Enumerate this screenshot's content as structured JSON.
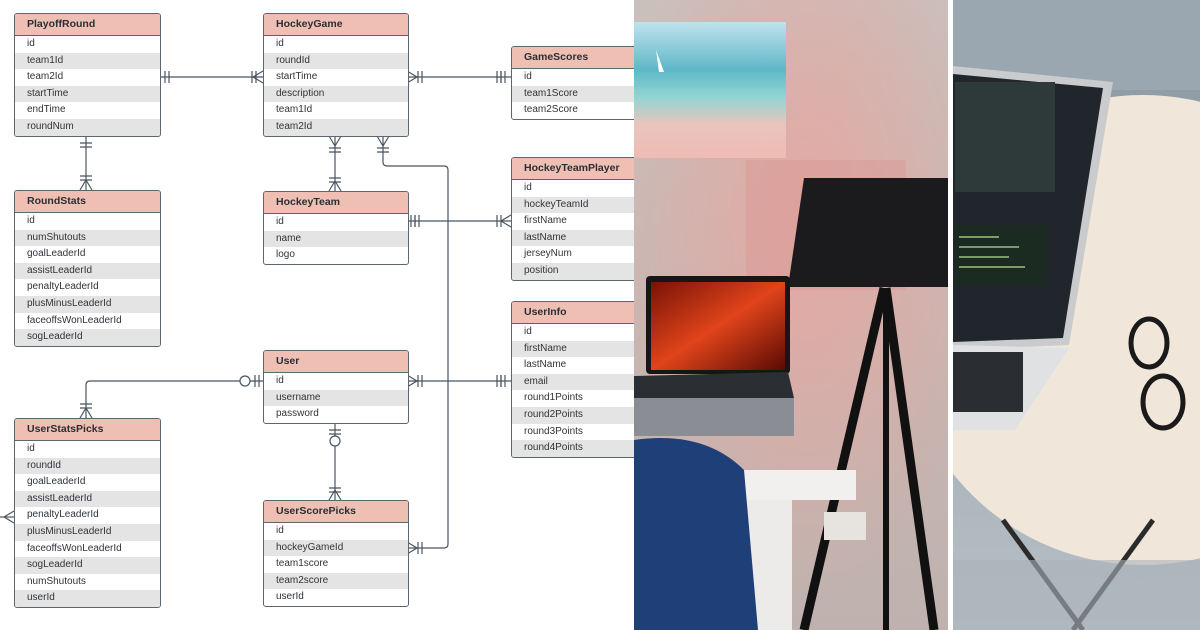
{
  "diagram": {
    "tables": [
      {
        "id": "playoffround",
        "name": "PlayoffRound",
        "fields": [
          "id",
          "team1Id",
          "team2Id",
          "startTime",
          "endTime",
          "roundNum"
        ]
      },
      {
        "id": "hockeygame",
        "name": "HockeyGame",
        "fields": [
          "id",
          "roundId",
          "startTime",
          "description",
          "team1Id",
          "team2Id"
        ]
      },
      {
        "id": "gamescores",
        "name": "GameScores",
        "fields": [
          "id",
          "team1Score",
          "team2Score"
        ]
      },
      {
        "id": "roundstats",
        "name": "RoundStats",
        "fields": [
          "id",
          "numShutouts",
          "goalLeaderId",
          "assistLeaderId",
          "penaltyLeaderId",
          "plusMinusLeaderId",
          "faceoffsWonLeaderId",
          "sogLeaderId"
        ]
      },
      {
        "id": "hockeyteam",
        "name": "HockeyTeam",
        "fields": [
          "id",
          "name",
          "logo"
        ]
      },
      {
        "id": "hockeyteamplayer",
        "name": "HockeyTeamPlayer",
        "fields": [
          "id",
          "hockeyTeamId",
          "firstName",
          "lastName",
          "jerseyNum",
          "position"
        ]
      },
      {
        "id": "userinfo",
        "name": "UserInfo",
        "fields": [
          "id",
          "firstName",
          "lastName",
          "email",
          "round1Points",
          "round2Points",
          "round3Points",
          "round4Points"
        ]
      },
      {
        "id": "user",
        "name": "User",
        "fields": [
          "id",
          "username",
          "password"
        ]
      },
      {
        "id": "userstatspicks",
        "name": "UserStatsPicks",
        "fields": [
          "id",
          "roundId",
          "goalLeaderId",
          "assistLeaderId",
          "penaltyLeaderId",
          "plusMinusLeaderId",
          "faceoffsWonLeaderId",
          "sogLeaderId",
          "numShutouts",
          "userId"
        ]
      },
      {
        "id": "userscorepicks",
        "name": "UserScorePicks",
        "fields": [
          "id",
          "hockeyGameId",
          "team1score",
          "team2score",
          "userId"
        ]
      }
    ]
  },
  "colors": {
    "header": "#efbfb4",
    "line": "#4a5560",
    "alt_row": "#e4e4e4"
  }
}
